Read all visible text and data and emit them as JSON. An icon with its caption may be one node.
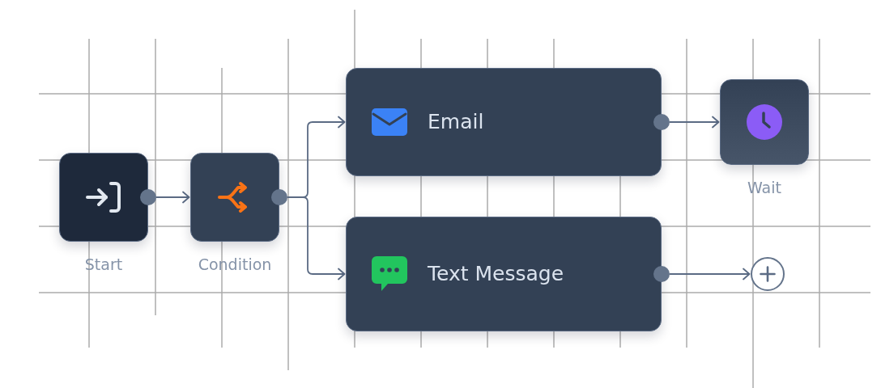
{
  "diagram": {
    "nodes": [
      {
        "text": [],
        "shape": "box",
        "beside": [
          "Start"
        ]
      },
      {
        "text": [],
        "shape": "box",
        "beside": [
          "Condition"
        ]
      },
      {
        "text": [
          "Email"
        ]
      },
      {
        "text": [],
        "shape": "box",
        "beside": [
          "Wait"
        ]
      },
      {
        "text": [
          "Text Message"
        ]
      },
      {
        "text": [],
        "shape": "circle"
      }
    ],
    "edges": [
      {
        "from": 0,
        "to": 1,
        "arrow": "to"
      },
      {
        "from": 1,
        "to": 2,
        "arrow": "to"
      },
      {
        "from": 1,
        "to": 4,
        "arrow": "to"
      },
      {
        "from": 2,
        "to": 3,
        "arrow": "to"
      },
      {
        "from": 4,
        "to": 5,
        "arrow": "to"
      }
    ]
  }
}
